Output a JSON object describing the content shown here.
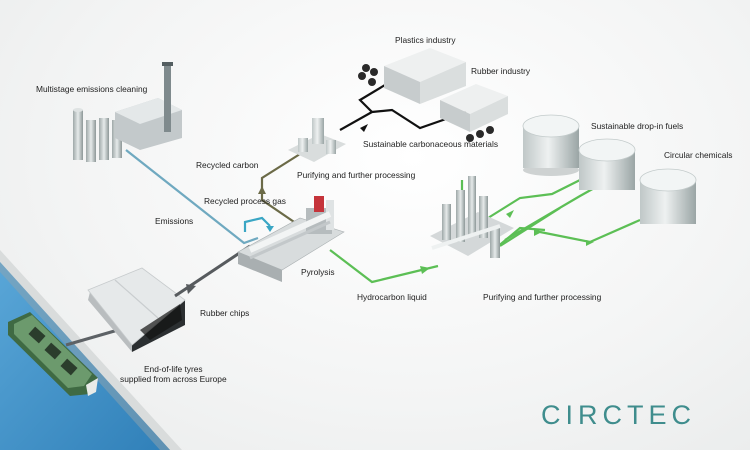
{
  "labels": {
    "plastics_industry": "Plastics industry",
    "rubber_industry": "Rubber industry",
    "multistage_emissions_cleaning": "Multistage emissions cleaning",
    "sustainable_drop_in_fuels": "Sustainable drop-in fuels",
    "circular_chemicals": "Circular chemicals",
    "sustainable_carbonaceous_materials": "Sustainable carbonaceous materials",
    "recycled_carbon": "Recycled carbon",
    "purifying_processing_top": "Purifying and further processing",
    "recycled_process_gas": "Recycled process gas",
    "emissions": "Emissions",
    "pyrolysis": "Pyrolysis",
    "hydrocarbon_liquid": "Hydrocarbon liquid",
    "purifying_processing_bottom": "Purifying and further processing",
    "rubber_chips": "Rubber chips",
    "end_of_life_line1": "End-of-life tyres",
    "end_of_life_line2": "supplied from across Europe"
  },
  "logo": {
    "text": "CIRCTEC",
    "color": "#3f8d8d"
  },
  "colors": {
    "water": "#3f8fc6",
    "emissions_flow": "#6fa9c0",
    "process_gas_flow": "#3aa6c4",
    "carbon_flow": "#6b6a47",
    "hydrocarbon_flow": "#5cbf55",
    "materials_flow": "#111111",
    "feed_flow": "#5d6266"
  }
}
